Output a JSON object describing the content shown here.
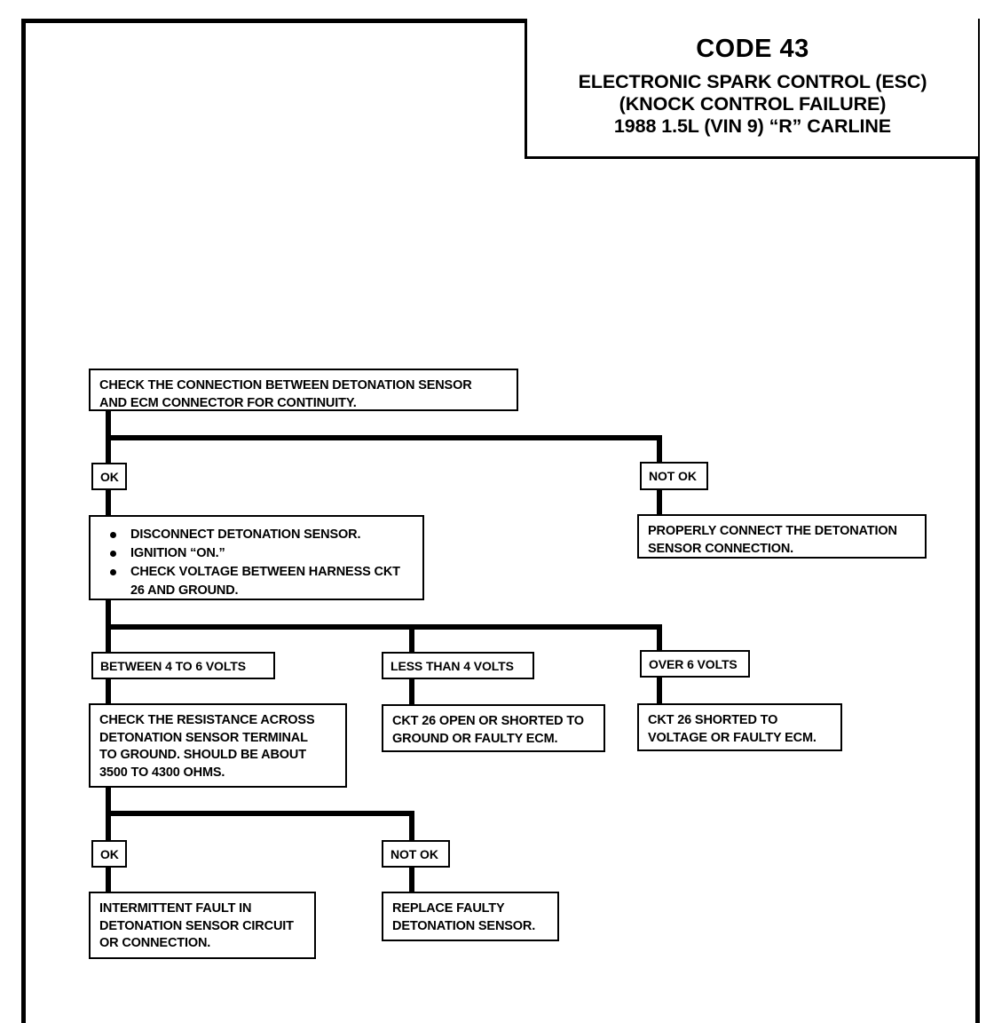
{
  "document": {
    "title": {
      "code": "CODE 43",
      "line1": "ELECTRONIC SPARK CONTROL (ESC)",
      "line2": "(KNOCK CONTROL FAILURE)",
      "line3": "1988  1.5L  (VIN 9)  “R”  CARLINE"
    }
  },
  "flow": {
    "step_check_connection": "CHECK THE CONNECTION BETWEEN DETONATION SENSOR\nAND ECM CONNECTOR FOR CONTINUITY.",
    "tag_ok_1": "OK",
    "tag_not_ok_1": "NOT OK",
    "step_properly_connect": "PROPERLY CONNECT THE DETONATION\nSENSOR CONNECTION.",
    "step_bullets": [
      "DISCONNECT DETONATION SENSOR.",
      "IGNITION “ON.”",
      "CHECK VOLTAGE BETWEEN HARNESS CKT\n26 AND GROUND."
    ],
    "tag_between_4_6": "BETWEEN 4 TO 6 VOLTS",
    "tag_less_than_4": "LESS THAN 4 VOLTS",
    "tag_over_6": "OVER 6 VOLTS",
    "step_check_resistance": "CHECK THE RESISTANCE ACROSS\nDETONATION SENSOR TERMINAL\nTO GROUND.  SHOULD BE ABOUT\n3500 TO 4300 OHMS.",
    "step_ckt26_open": "CKT 26 OPEN OR SHORTED TO\nGROUND OR FAULTY ECM.",
    "step_ckt26_shorted": "CKT 26 SHORTED TO\nVOLTAGE OR FAULTY ECM.",
    "tag_ok_2": "OK",
    "tag_not_ok_2": "NOT OK",
    "step_intermittent": "INTERMITTENT FAULT IN\nDETONATION SENSOR CIRCUIT\nOR CONNECTION.",
    "step_replace_sensor": "REPLACE FAULTY\nDETONATION SENSOR."
  },
  "colors": {
    "ink": "#000000",
    "paper": "#ffffff"
  }
}
